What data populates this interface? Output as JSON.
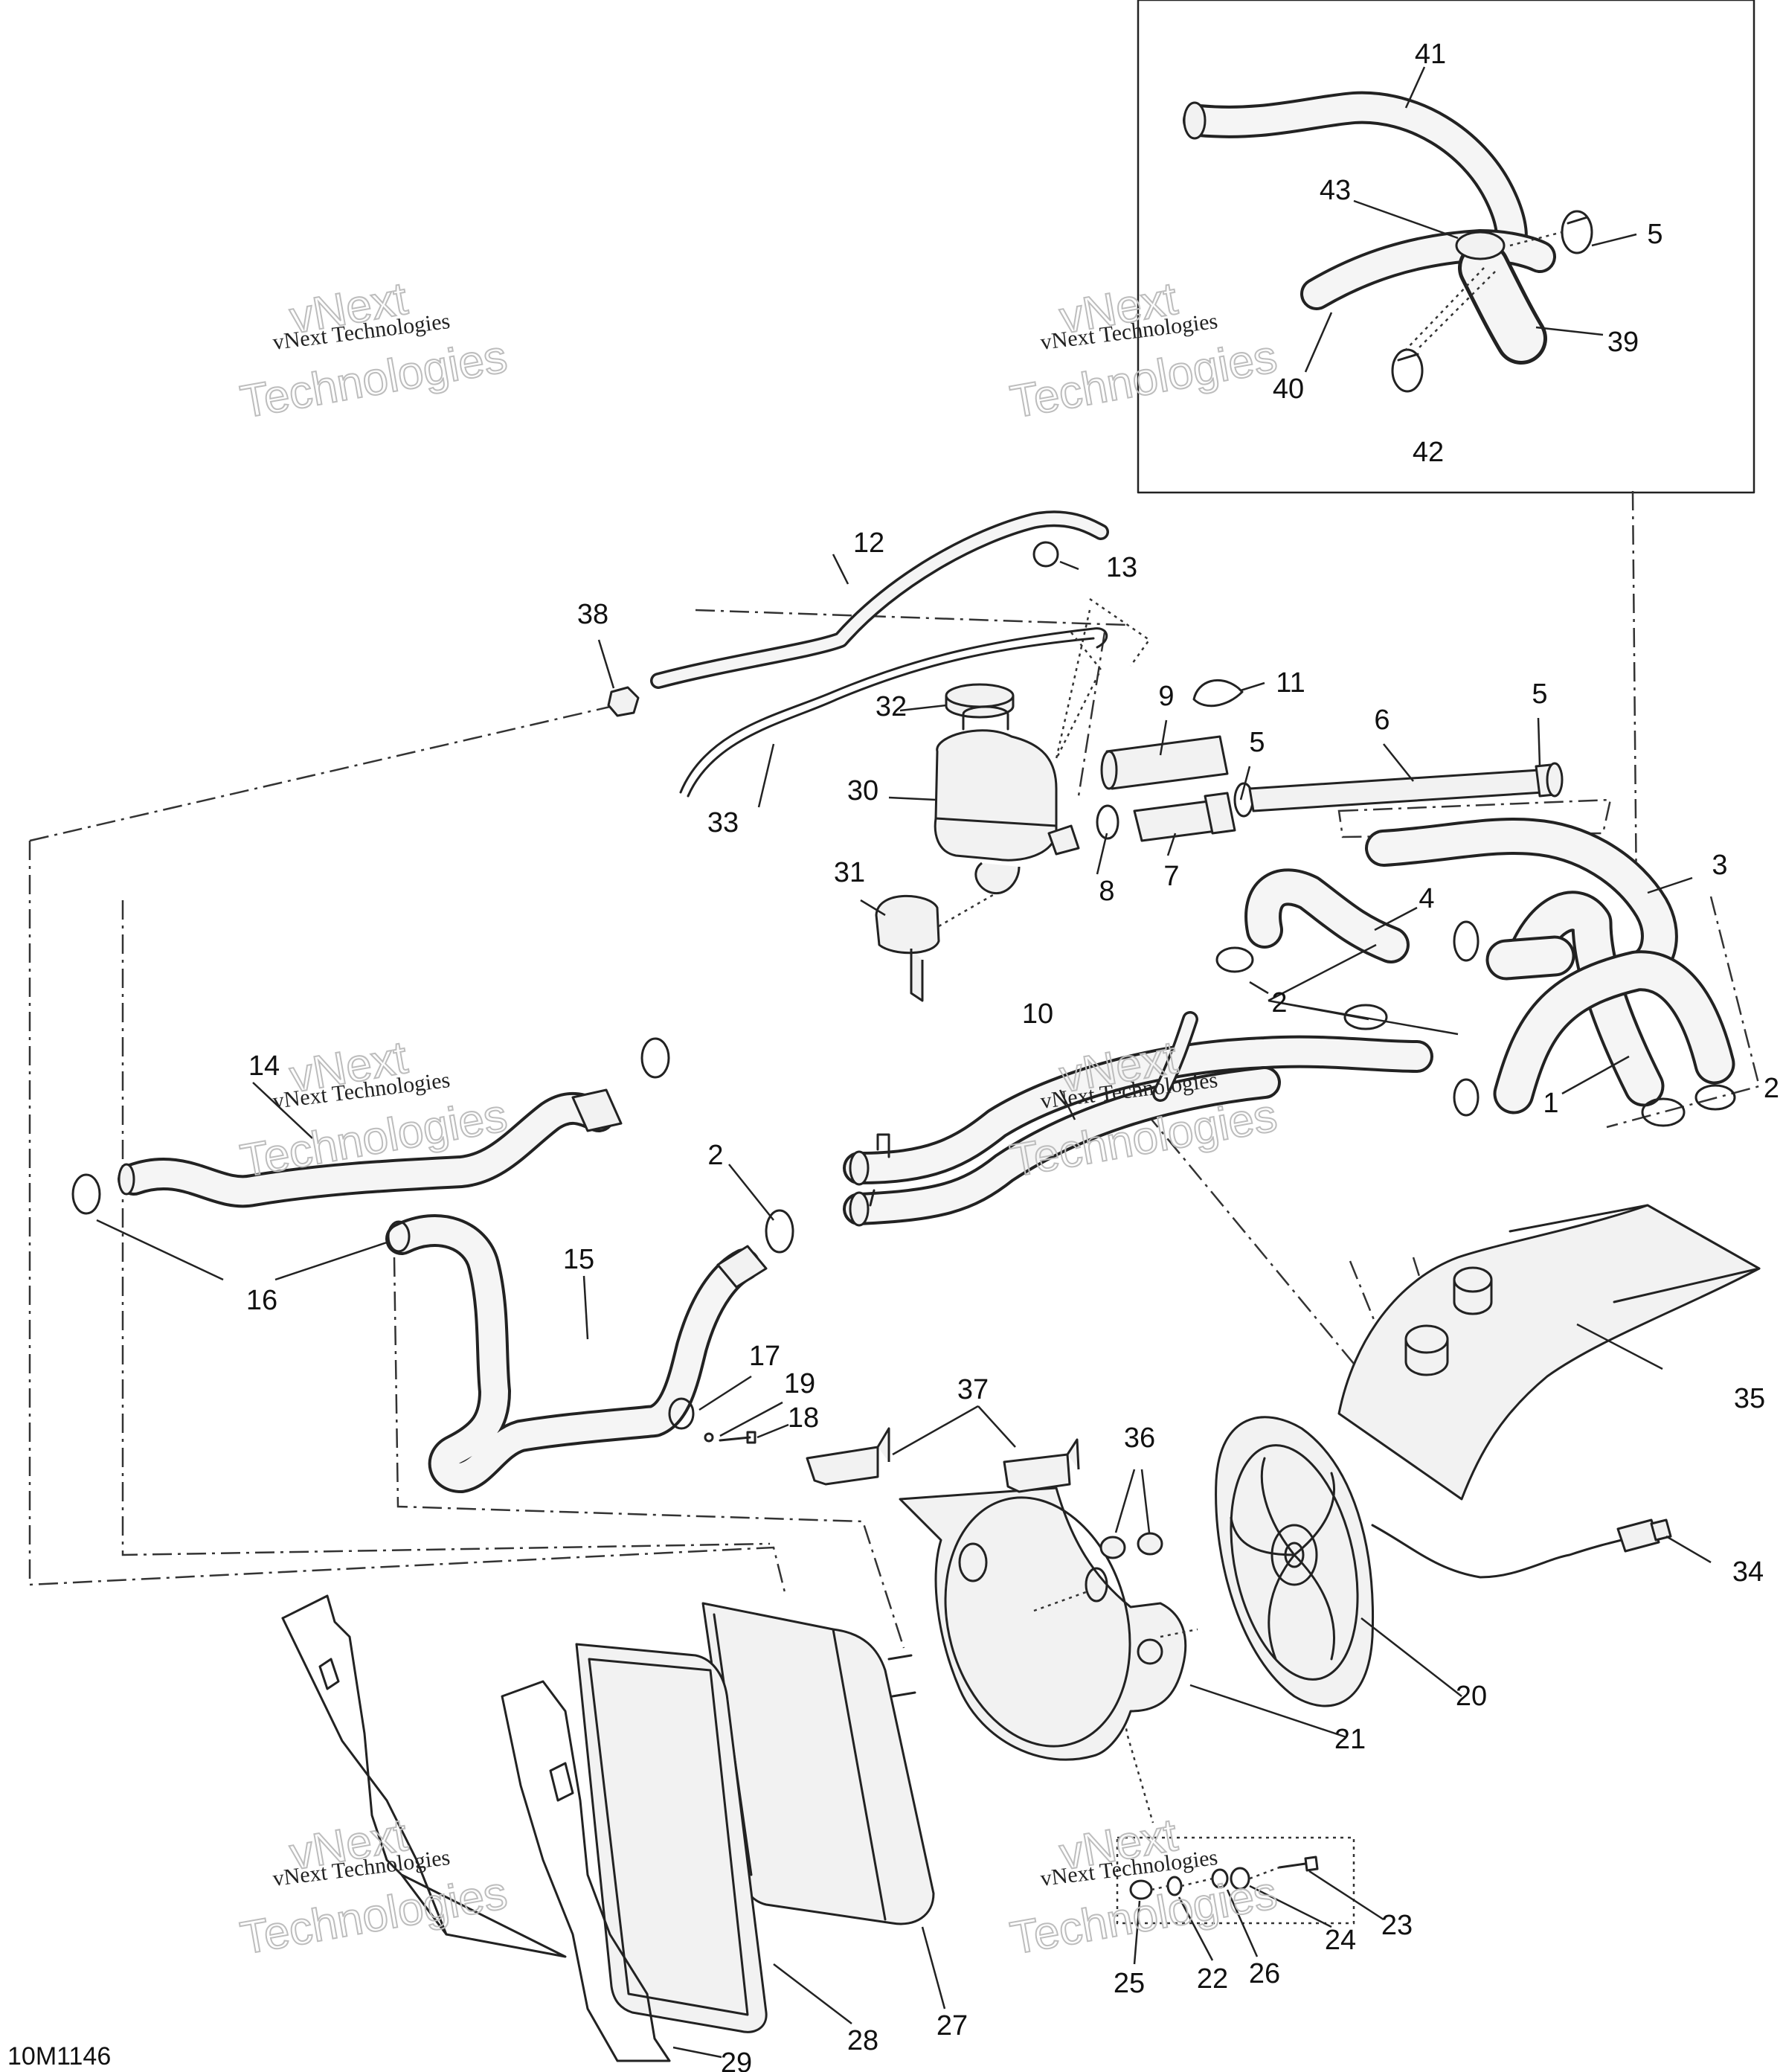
{
  "drawing_number": "10M1146",
  "watermark": {
    "line1": "vNext Technologies",
    "overlay_vnext": "vNext",
    "overlay_technologies": "Technologies"
  },
  "callouts": [
    "1",
    "2",
    "3",
    "4",
    "5",
    "6",
    "7",
    "8",
    "9",
    "10",
    "11",
    "12",
    "13",
    "14",
    "15",
    "16",
    "17",
    "18",
    "19",
    "20",
    "21",
    "22",
    "23",
    "24",
    "25",
    "26",
    "27",
    "28",
    "29",
    "30",
    "31",
    "32",
    "33",
    "34",
    "35",
    "36",
    "37",
    "38",
    "39",
    "40",
    "41",
    "42",
    "43"
  ]
}
